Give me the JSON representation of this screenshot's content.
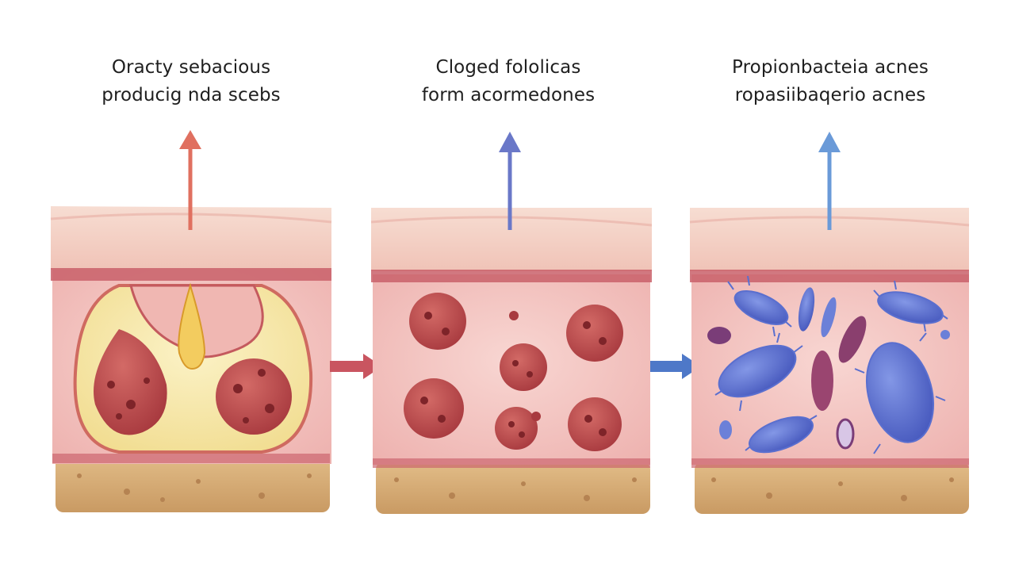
{
  "panels": [
    {
      "caption_line1": "Oracty sebacious",
      "caption_line2": "producig nda scebs",
      "arrow_color": "#e07060"
    },
    {
      "caption_line1": "Cloged fololicas",
      "caption_line2": "form acormedones",
      "arrow_color": "#6a78c8"
    },
    {
      "caption_line1": "Propionbacteia acnes",
      "caption_line2": "ropasiibaqerio acnes",
      "arrow_color": "#6a9ad8"
    }
  ],
  "connectors": [
    {
      "color": "#c95560"
    },
    {
      "color": "#4e78c8"
    }
  ],
  "palette": {
    "skin_top": "#f4cfc4",
    "dermis": "#f2c2bf",
    "membrane": "#b84a55",
    "subcutis": "#d9b07a",
    "sebum": "#f6e7a6",
    "comedone": "#b8484a",
    "bacteria": "#5a6fcf",
    "bacteria_dark": "#7a3d78"
  }
}
